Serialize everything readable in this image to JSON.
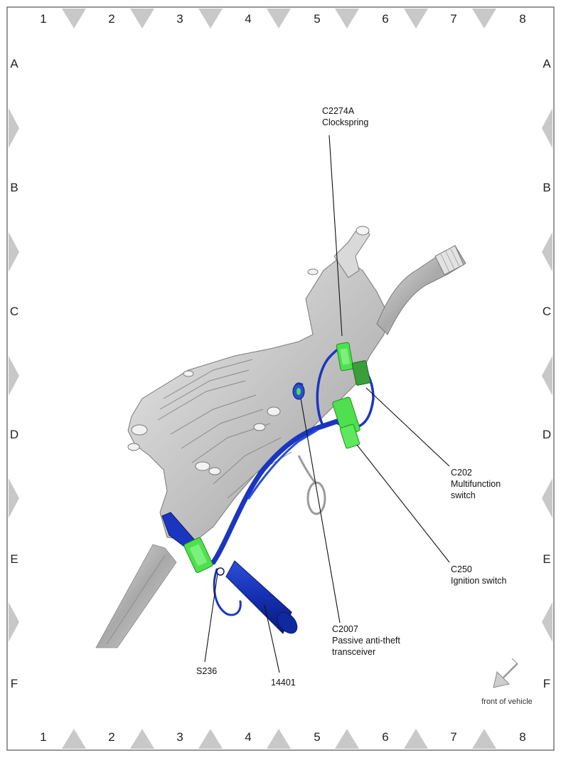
{
  "grid": {
    "columns": [
      "1",
      "2",
      "3",
      "4",
      "5",
      "6",
      "7",
      "8"
    ],
    "rows": [
      "A",
      "B",
      "C",
      "D",
      "E",
      "F"
    ]
  },
  "callouts": {
    "c2274a": {
      "code": "C2274A",
      "desc": "Clockspring"
    },
    "c202": {
      "code": "C202",
      "desc1": "Multifunction",
      "desc2": "switch"
    },
    "c250": {
      "code": "C250",
      "desc": "Ignition switch"
    },
    "c2007": {
      "code": "C2007",
      "desc1": "Passive anti-theft",
      "desc2": "transceiver"
    },
    "s236": {
      "code": "S236"
    },
    "part14401": {
      "code": "14401"
    }
  },
  "orientation": {
    "label": "front of vehicle",
    "icon": "arrow-down-left-icon"
  },
  "colors": {
    "connector": "#4ee04e",
    "connector_dark": "#2fa02f",
    "harness": "#1f3fbf",
    "harness_dark": "#0a1f8a",
    "column_body": "#cfcfcf",
    "marker": "#c8c8c8"
  }
}
